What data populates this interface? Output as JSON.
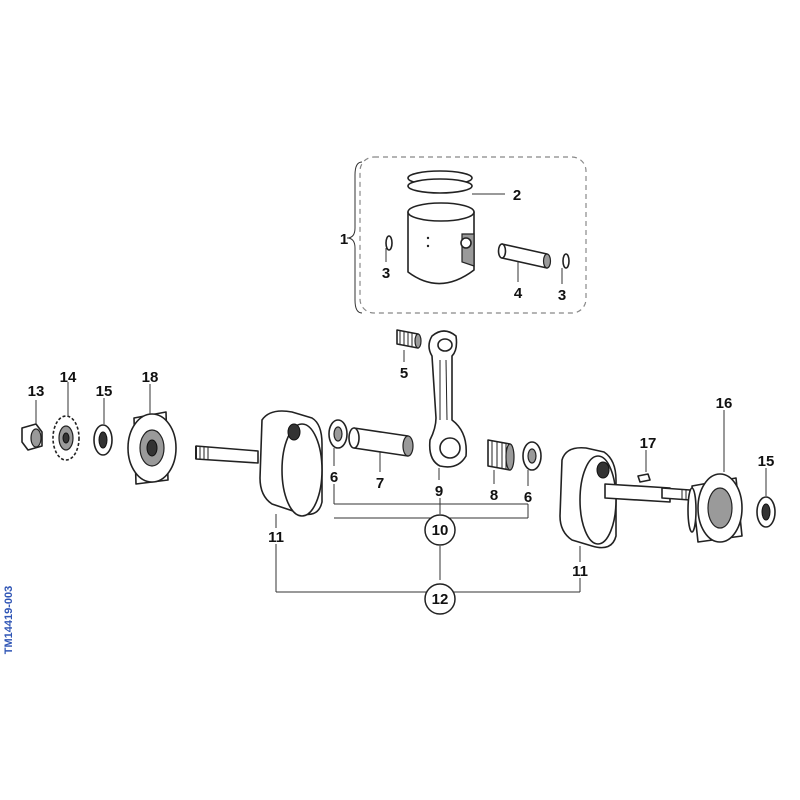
{
  "reference_code": "TM14419-003",
  "callouts": {
    "c1": "1",
    "c2": "2",
    "c3a": "3",
    "c3b": "3",
    "c4": "4",
    "c5": "5",
    "c6a": "6",
    "c6b": "6",
    "c7": "7",
    "c8": "8",
    "c9": "9",
    "c10": "10",
    "c11a": "11",
    "c11b": "11",
    "c12": "12",
    "c13": "13",
    "c14": "14",
    "c15a": "15",
    "c15b": "15",
    "c16": "16",
    "c17": "17",
    "c18": "18"
  }
}
